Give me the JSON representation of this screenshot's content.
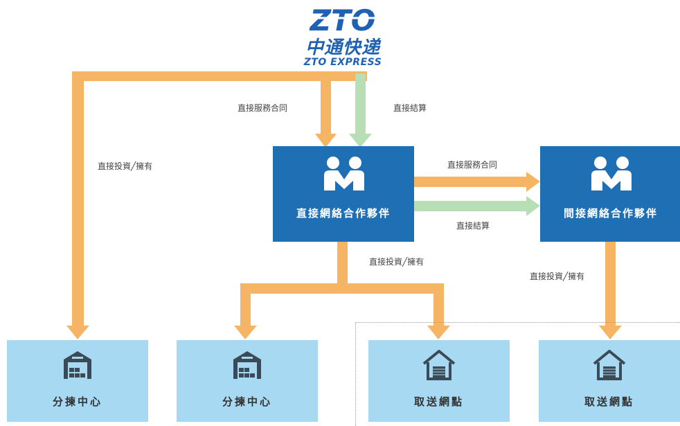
{
  "logo": {
    "mark": "ZTO",
    "chinese": "中通快递",
    "english": "ZTO EXPRESS"
  },
  "labels": {
    "zto_to_direct_contract": "直接服務合同",
    "direct_to_zto_settlement": "直接結算",
    "zto_investment": "直接投資╱擁有",
    "direct_to_indirect_contract": "直接服務合同",
    "indirect_to_direct_settlement": "直接結算",
    "direct_investment": "直接投資╱擁有",
    "indirect_investment": "直接投資╱擁有"
  },
  "partners": {
    "direct": "直接網絡合作夥伴",
    "indirect": "間接網絡合作夥伴"
  },
  "facilities": [
    {
      "label": "分揀中心",
      "icon": "warehouse-icon"
    },
    {
      "label": "分揀中心",
      "icon": "warehouse-icon"
    },
    {
      "label": "取送網點",
      "icon": "house-icon"
    },
    {
      "label": "取送網點",
      "icon": "house-icon"
    }
  ],
  "colors": {
    "orange": "#f6b565",
    "green": "#b7deb5",
    "partner_blue": "#1e6fb4",
    "facility_blue": "#a8d9f2",
    "logo_blue": "#1f62b3"
  }
}
